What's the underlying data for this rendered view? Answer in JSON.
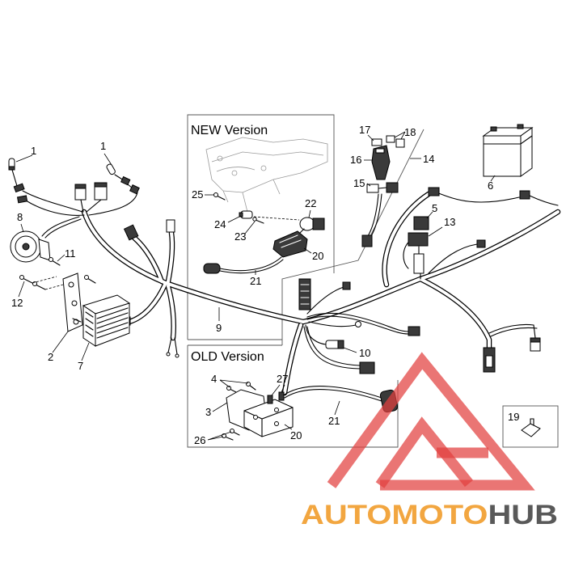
{
  "labels": {
    "new_version": "NEW Version",
    "old_version": "OLD Version"
  },
  "callouts": [
    "1",
    "1",
    "8",
    "11",
    "12",
    "2",
    "7",
    "9",
    "25",
    "24",
    "23",
    "22",
    "20",
    "21",
    "17",
    "18",
    "16",
    "14",
    "15",
    "6",
    "5",
    "13",
    "10",
    "4",
    "27",
    "3",
    "26",
    "20",
    "21",
    "19"
  ],
  "watermark": {
    "brand_part1": "AUTOMOTO",
    "brand_part2": "HUB"
  },
  "colors": {
    "line": "#000000",
    "logo_red": "#e2403f",
    "logo_orange": "#f2a640",
    "logo_grey": "#595959"
  }
}
